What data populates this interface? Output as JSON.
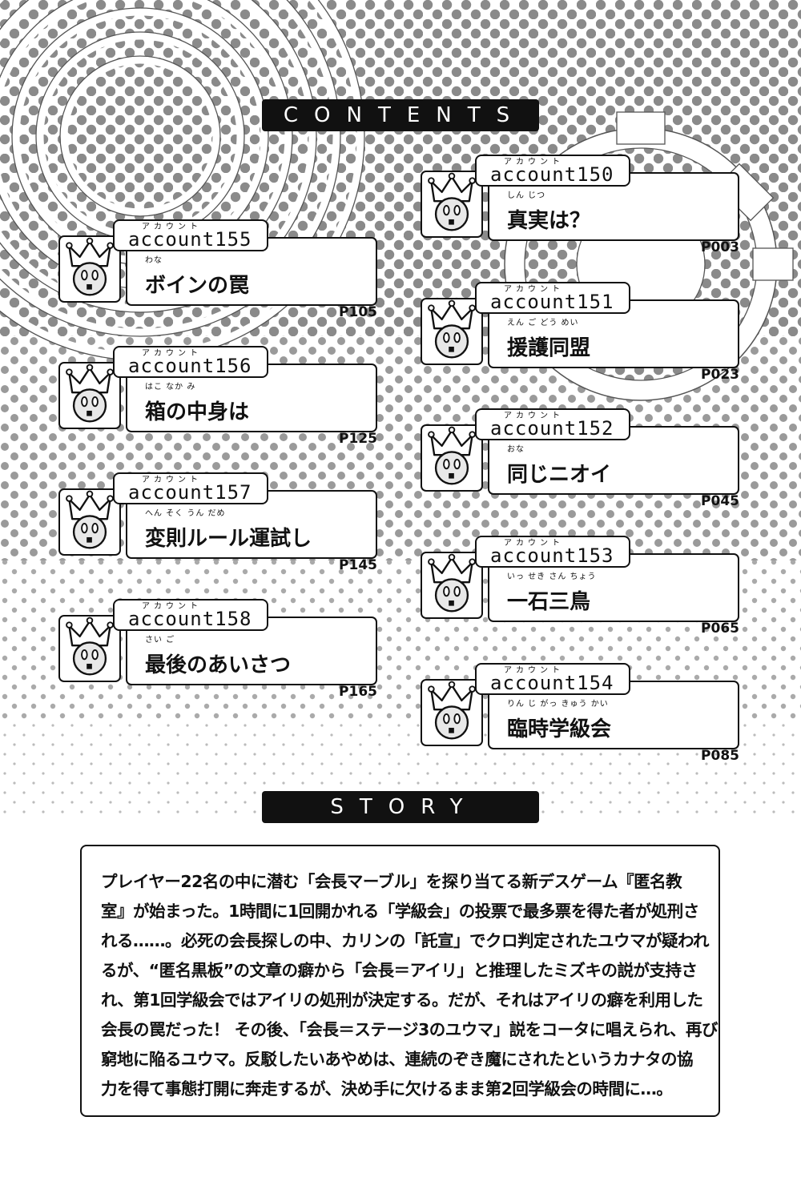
{
  "contents_heading": "CONTENTS",
  "story_heading": "STORY",
  "ruby_account": "アカウント",
  "chapters": [
    {
      "account": "account150",
      "ruby": "しん じつ",
      "title": "真実は？",
      "page": "P003"
    },
    {
      "account": "account151",
      "ruby": "えん ご どう めい",
      "title": "援護同盟",
      "page": "P023"
    },
    {
      "account": "account152",
      "ruby": "おな",
      "title": "同じニオイ",
      "page": "P045"
    },
    {
      "account": "account153",
      "ruby": "いっ せき さん ちょう",
      "title": "一石三鳥",
      "page": "P065"
    },
    {
      "account": "account154",
      "ruby": "りん じ がっ きゅう かい",
      "title": "臨時学級会",
      "page": "P085"
    },
    {
      "account": "account155",
      "ruby": "わな",
      "title": "ボインの罠",
      "page": "P105"
    },
    {
      "account": "account156",
      "ruby": "はこ なか み",
      "title": "箱の中身は",
      "page": "P125"
    },
    {
      "account": "account157",
      "ruby": "へん そく うん だめ",
      "title": "変則ルール運試し",
      "page": "P145"
    },
    {
      "account": "account158",
      "ruby": "さい ご",
      "title": "最後のあいさつ",
      "page": "P165"
    }
  ],
  "story_lines": [
    "プレイヤー22名の中に潜む「会長マーブル」を探り当てる新デスゲーム『匿名教",
    "室』が始まった。1時間に1回開かれる「学級会」の投票で最多票を得た者が処刑さ",
    "れる……。必死の会長探しの中、カリンの「託宣」でクロ判定されたユウマが疑われ",
    "るが、“匿名黒板”の文章の癖から「会長＝アイリ」と推理したミズキの説が支持さ",
    "れ、第1回学級会ではアイリの処刑が決定する。だが、それはアイリの癖を利用した",
    "会長の罠だった！ その後、「会長＝ステージ3のユウマ」説をコータに唱えられ、再び",
    "窮地に陥るユウマ。反駁したいあやめは、連続のぞき魔にされたというカナタの協",
    "力を得て事態打開に奔走するが、決め手に欠けるまま第2回学級会の時間に…。"
  ]
}
